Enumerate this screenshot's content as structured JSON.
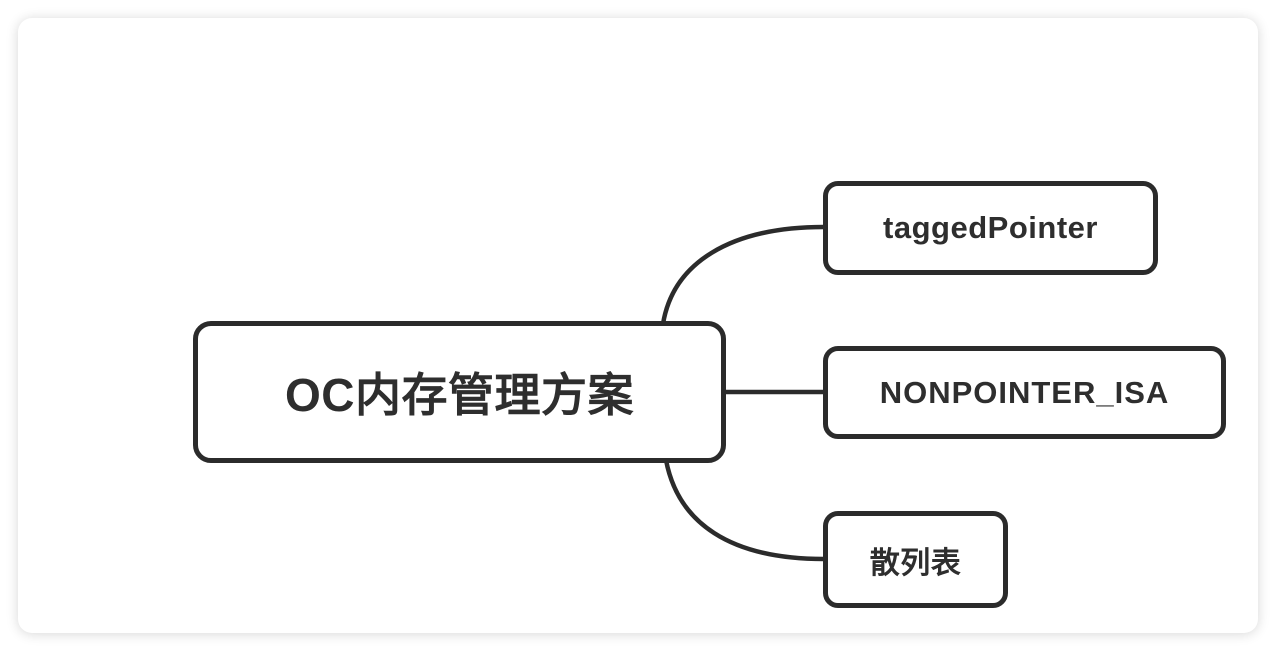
{
  "canvas": {
    "background_color": "#ffffff",
    "stroke_color": "#2b2b2b",
    "text_color": "#2e2e2e"
  },
  "mindmap": {
    "root": {
      "label": "OC内存管理方案"
    },
    "children": [
      {
        "id": "taggedPointer",
        "label": "taggedPointer"
      },
      {
        "id": "nonpointer_isa",
        "label": "NONPOINTER_ISA"
      },
      {
        "id": "hash_table",
        "label": "散列表"
      }
    ]
  }
}
